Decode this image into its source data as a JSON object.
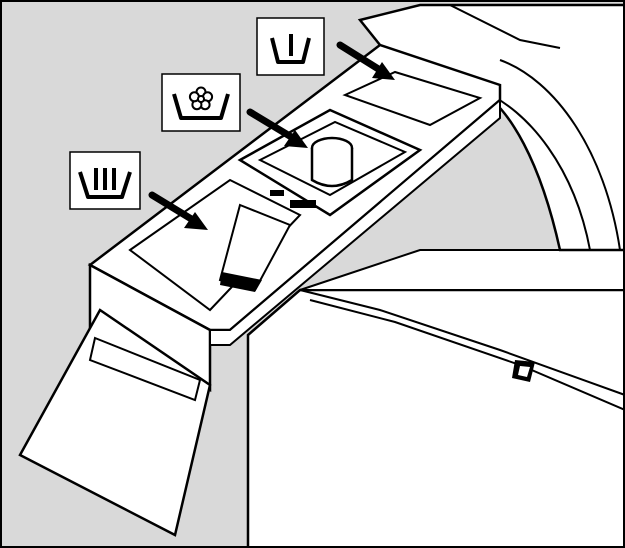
{
  "diagram": {
    "description_labels": [],
    "compartments": [
      {
        "id": "main-wash",
        "symbol": "main-wash-basin-icon"
      },
      {
        "id": "conditioner",
        "symbol": "fabric-conditioner-flower-basin-icon"
      },
      {
        "id": "pre-wash",
        "symbol": "pre-wash-basin-icon"
      }
    ],
    "colors": {
      "background": "#d9d9d9",
      "outline": "#000000",
      "fill": "#ffffff",
      "arrow": "#000000"
    }
  }
}
